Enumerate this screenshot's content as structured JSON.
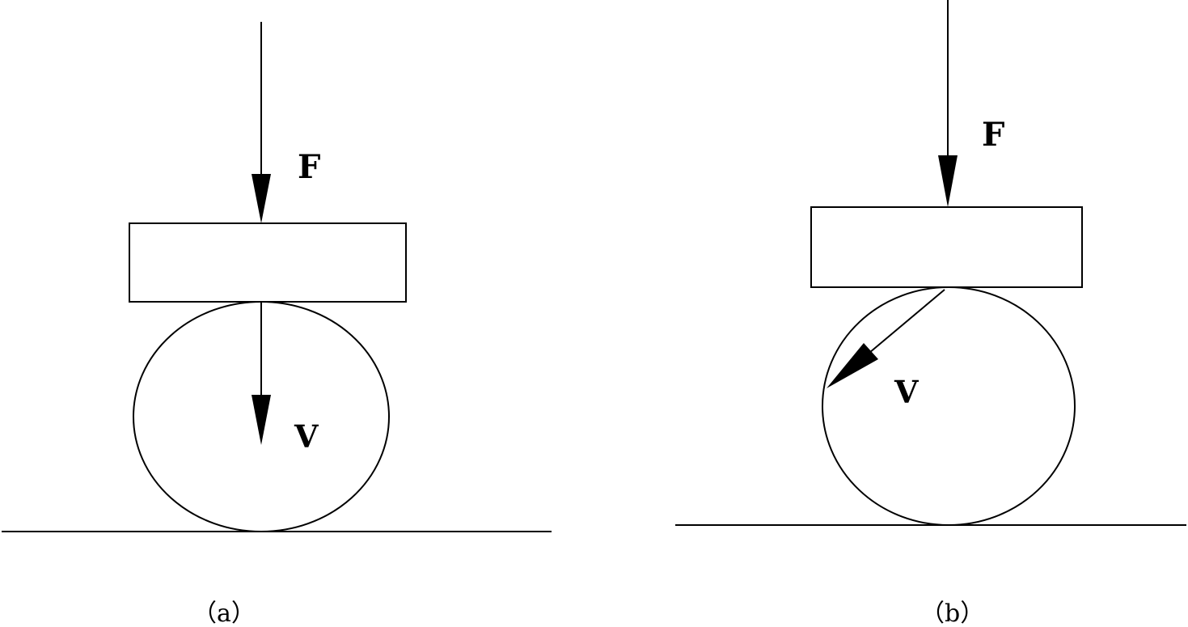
{
  "panels": [
    {
      "id": "a",
      "caption": "（a）",
      "force_label": "F",
      "velocity_label": "V",
      "velocity_direction": "vertical-down"
    },
    {
      "id": "b",
      "caption": "（b）",
      "force_label": "F",
      "velocity_label": "V",
      "velocity_direction": "down-left"
    }
  ],
  "colors": {
    "stroke": "#000000",
    "background": "#ffffff"
  }
}
